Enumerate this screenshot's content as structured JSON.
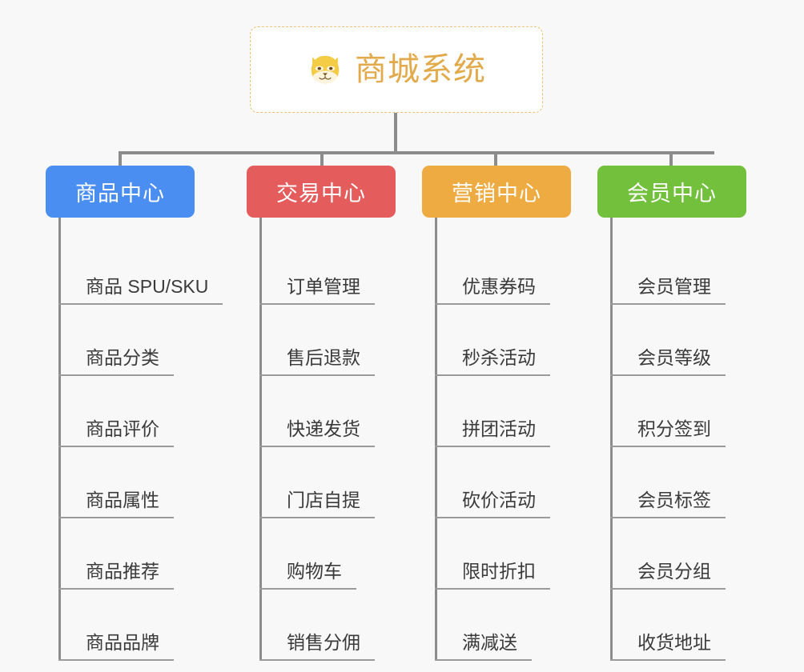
{
  "background_color": "#f8f8f8",
  "root": {
    "title": "商城系统",
    "icon": "dog-face-icon",
    "title_color": "#e2aa4a",
    "border_color": "#f0c070",
    "background_color": "#ffffff"
  },
  "connector_color": "#8c8c8c",
  "columns": [
    {
      "label": "商品中心",
      "color": "#4a8ef2",
      "text_color": "#ffffff",
      "items": [
        {
          "label": "商品 SPU/SKU"
        },
        {
          "label": "商品分类"
        },
        {
          "label": "商品评价"
        },
        {
          "label": "商品属性"
        },
        {
          "label": "商品推荐"
        },
        {
          "label": "商品品牌"
        }
      ]
    },
    {
      "label": "交易中心",
      "color": "#e55c5c",
      "text_color": "#ffffff",
      "items": [
        {
          "label": "订单管理"
        },
        {
          "label": "售后退款"
        },
        {
          "label": "快递发货"
        },
        {
          "label": "门店自提"
        },
        {
          "label": "购物车"
        },
        {
          "label": "销售分佣"
        }
      ]
    },
    {
      "label": "营销中心",
      "color": "#eeab42",
      "text_color": "#ffffff",
      "items": [
        {
          "label": "优惠券码"
        },
        {
          "label": "秒杀活动"
        },
        {
          "label": "拼团活动"
        },
        {
          "label": "砍价活动"
        },
        {
          "label": "限时折扣"
        },
        {
          "label": "满减送"
        }
      ]
    },
    {
      "label": "会员中心",
      "color": "#72c03c",
      "text_color": "#ffffff",
      "items": [
        {
          "label": "会员管理"
        },
        {
          "label": "会员等级"
        },
        {
          "label": "积分签到"
        },
        {
          "label": "会员标签"
        },
        {
          "label": "会员分组"
        },
        {
          "label": "收货地址"
        }
      ]
    }
  ]
}
